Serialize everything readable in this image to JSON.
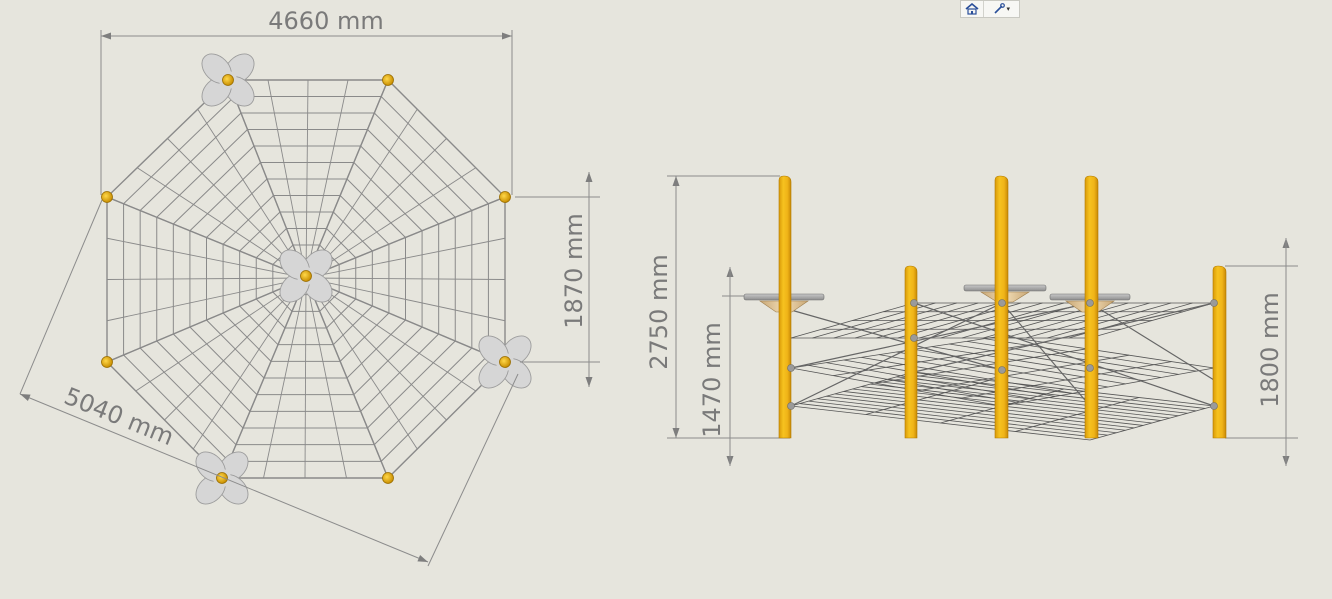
{
  "toolbar": {
    "home_icon": "home-icon",
    "tool_icon": "wrench-dropdown-icon",
    "dropdown_glyph": "▾"
  },
  "top_view": {
    "width_label": "4660 mm",
    "depth_label": "1870 mm",
    "diagonal_label": "5040 mm"
  },
  "side_view": {
    "total_height_label": "2750 mm",
    "platform_height_label": "1470 mm",
    "post_height_label": "1800 mm"
  },
  "colors": {
    "background": "#e6e5dd",
    "post_yellow": "#f0b418",
    "net_rope": "#8a8a8a",
    "flower_grey": "#d6d6d6",
    "dimension_line": "#8c8c8c"
  }
}
